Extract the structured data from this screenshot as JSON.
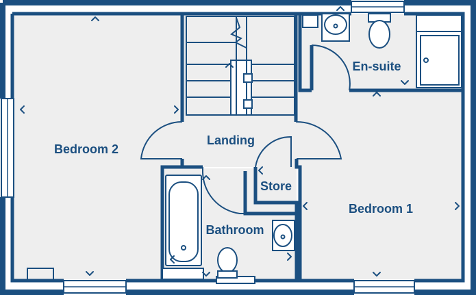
{
  "rooms": {
    "bedroom_2": "Bedroom 2",
    "landing": "Landing",
    "en_suite": "En-suite",
    "store": "Store",
    "bedroom_1": "Bedroom 1",
    "bathroom": "Bathroom"
  },
  "colors": {
    "wall": "#1b4f80",
    "floor": "#eeeeee",
    "background": "#ffffff"
  }
}
